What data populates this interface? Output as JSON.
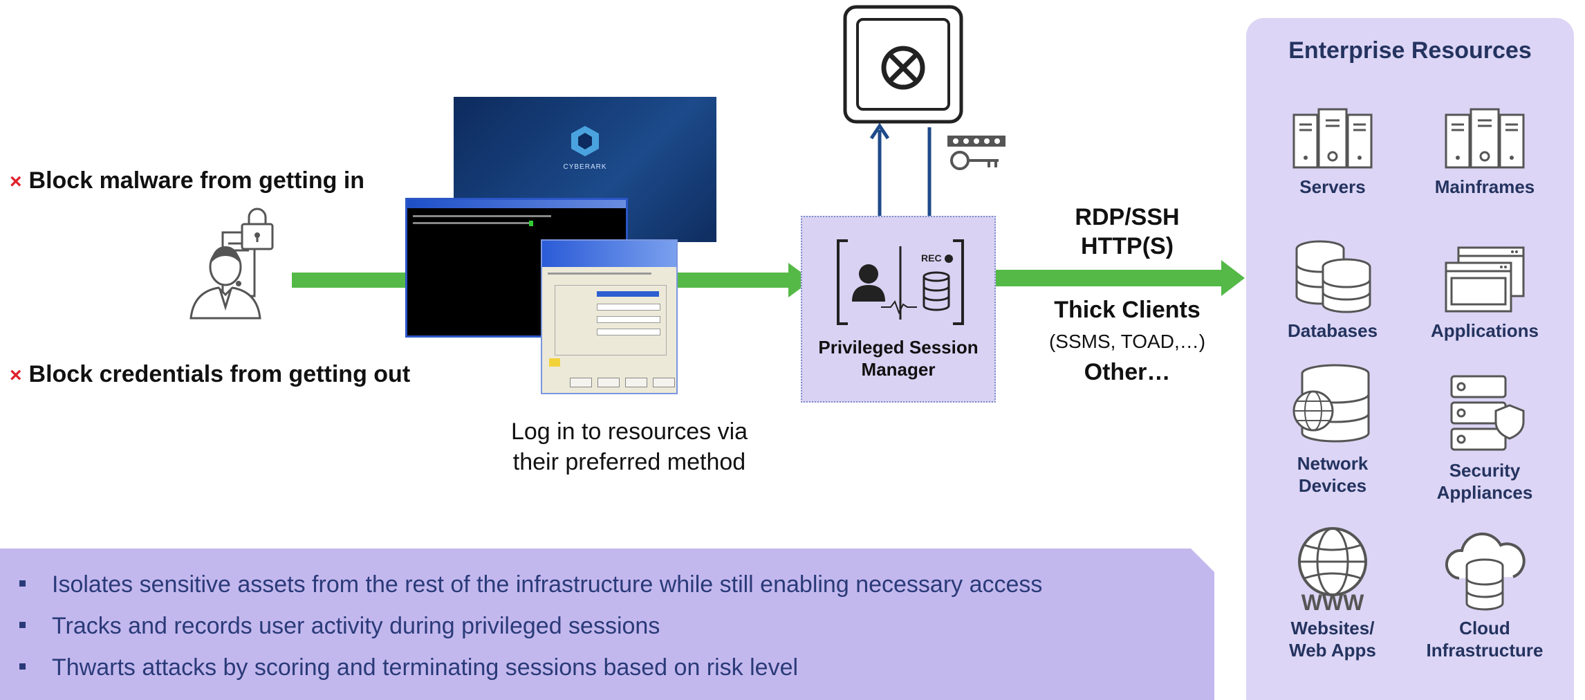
{
  "blocks": {
    "malware": "Block malware from getting in",
    "credentials": "Block credentials from getting out",
    "x_mark": "×"
  },
  "login_caption": {
    "line1": "Log in to resources via",
    "line2": "their preferred method"
  },
  "screens": {
    "brand_text": "CYBERARK"
  },
  "psm": {
    "line1": "Privileged Session",
    "line2": "Manager",
    "rec_text": "REC"
  },
  "protocols": {
    "line1": "RDP/SSH",
    "line2": "HTTP(S)",
    "line3": "Thick Clients",
    "line4": "(SSMS, TOAD,…)",
    "line5": "Other…"
  },
  "benefits": [
    "Isolates sensitive assets from the rest of the infrastructure while still enabling necessary access",
    "Tracks and records user activity during privileged sessions",
    "Thwarts attacks by scoring and terminating sessions based on risk level"
  ],
  "enterprise": {
    "title": "Enterprise Resources",
    "servers": "Servers",
    "mainframes": "Mainframes",
    "databases": "Databases",
    "applications": "Applications",
    "network_1": "Network",
    "network_2": "Devices",
    "security_1": "Security",
    "security_2": "Appliances",
    "websites_1": "Websites/",
    "websites_2": "Web Apps",
    "websites_www": "WWW",
    "cloud_1": "Cloud",
    "cloud_2": "Infrastructure"
  },
  "colors": {
    "arrow_green": "#55b947",
    "vault_arrow_blue": "#1f4a8a",
    "panel_purple": "#dcd5f5",
    "benefits_purple": "#c3b8ee",
    "psm_fill": "#d9d2f3",
    "x_red": "#e0202a",
    "dark_navy": "#24335f"
  },
  "icons": [
    "user-with-locked-server-icon",
    "vault-icon",
    "key-icon",
    "psm-recording-icon",
    "server-icon",
    "mainframe-icon",
    "database-icon",
    "application-window-icon",
    "network-globe-icon",
    "security-appliance-icon",
    "www-globe-icon",
    "cloud-database-icon"
  ]
}
